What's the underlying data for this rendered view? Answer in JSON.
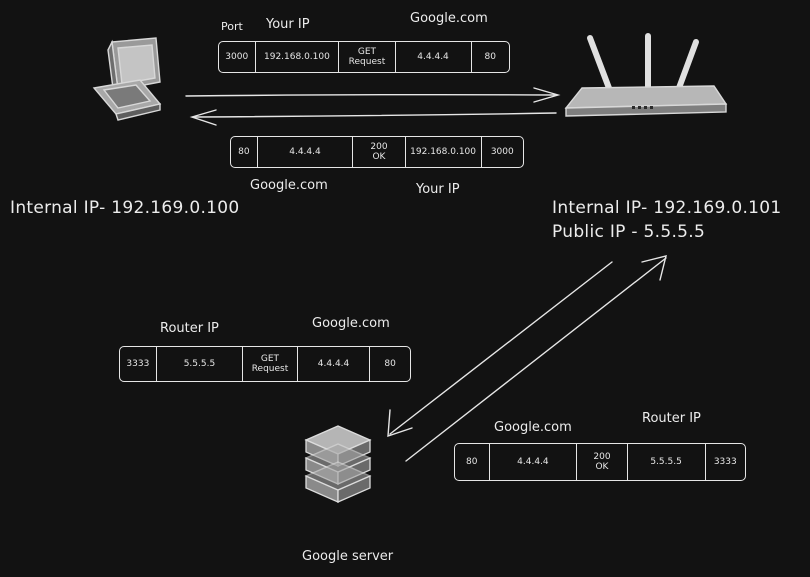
{
  "labels": {
    "port": "Port",
    "your_ip_top": "Your IP",
    "google_top": "Google.com",
    "google_reply": "Google.com",
    "your_ip_reply": "Your IP",
    "internal_ip_pc": "Internal IP- 192.169.0.100",
    "router_internal_ip": "Internal IP- 192.169.0.101",
    "router_public_ip": "Public IP - 5.5.5.5",
    "router_ip_out": "Router IP",
    "google_out": "Google.com",
    "google_in": "Google.com",
    "router_ip_in": "Router IP",
    "server": "Google server"
  },
  "packets": {
    "request_lan": [
      "3000",
      "192.168.0.100",
      "GET\nRequest",
      "4.4.4.4",
      "80"
    ],
    "response_lan": [
      "80",
      "4.4.4.4",
      "200\nOK",
      "192.168.0.100",
      "3000"
    ],
    "request_wan": [
      "3333",
      "5.5.5.5",
      "GET\nRequest",
      "4.4.4.4",
      "80"
    ],
    "response_wan": [
      "80",
      "4.4.4.4",
      "200\nOK",
      "5.5.5.5",
      "3333"
    ]
  },
  "icons": [
    "computer-icon",
    "router-icon",
    "server-icon"
  ]
}
